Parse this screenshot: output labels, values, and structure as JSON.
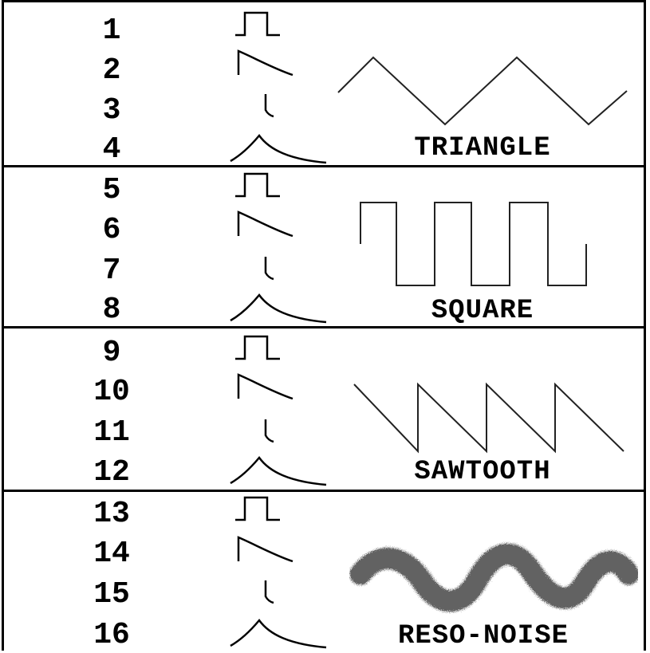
{
  "sections": [
    {
      "numbers": [
        "1",
        "2",
        "3",
        "4"
      ],
      "envelopes": [
        "gate",
        "decay",
        "pluck",
        "swell"
      ],
      "waveform": "triangle",
      "label": "TRIANGLE"
    },
    {
      "numbers": [
        "5",
        "6",
        "7",
        "8"
      ],
      "envelopes": [
        "gate",
        "decay",
        "pluck",
        "swell"
      ],
      "waveform": "square",
      "label": "SQUARE"
    },
    {
      "numbers": [
        "9",
        "10",
        "11",
        "12"
      ],
      "envelopes": [
        "gate",
        "decay",
        "pluck",
        "swell"
      ],
      "waveform": "sawtooth",
      "label": "SAWTOOTH"
    },
    {
      "numbers": [
        "13",
        "14",
        "15",
        "16"
      ],
      "envelopes": [
        "gate",
        "decay",
        "pluck",
        "swell"
      ],
      "waveform": "reso-noise",
      "label": "RESO-NOISE"
    }
  ],
  "colors": {
    "ink": "#000000",
    "background": "#ffffff",
    "noise": "#555555"
  }
}
